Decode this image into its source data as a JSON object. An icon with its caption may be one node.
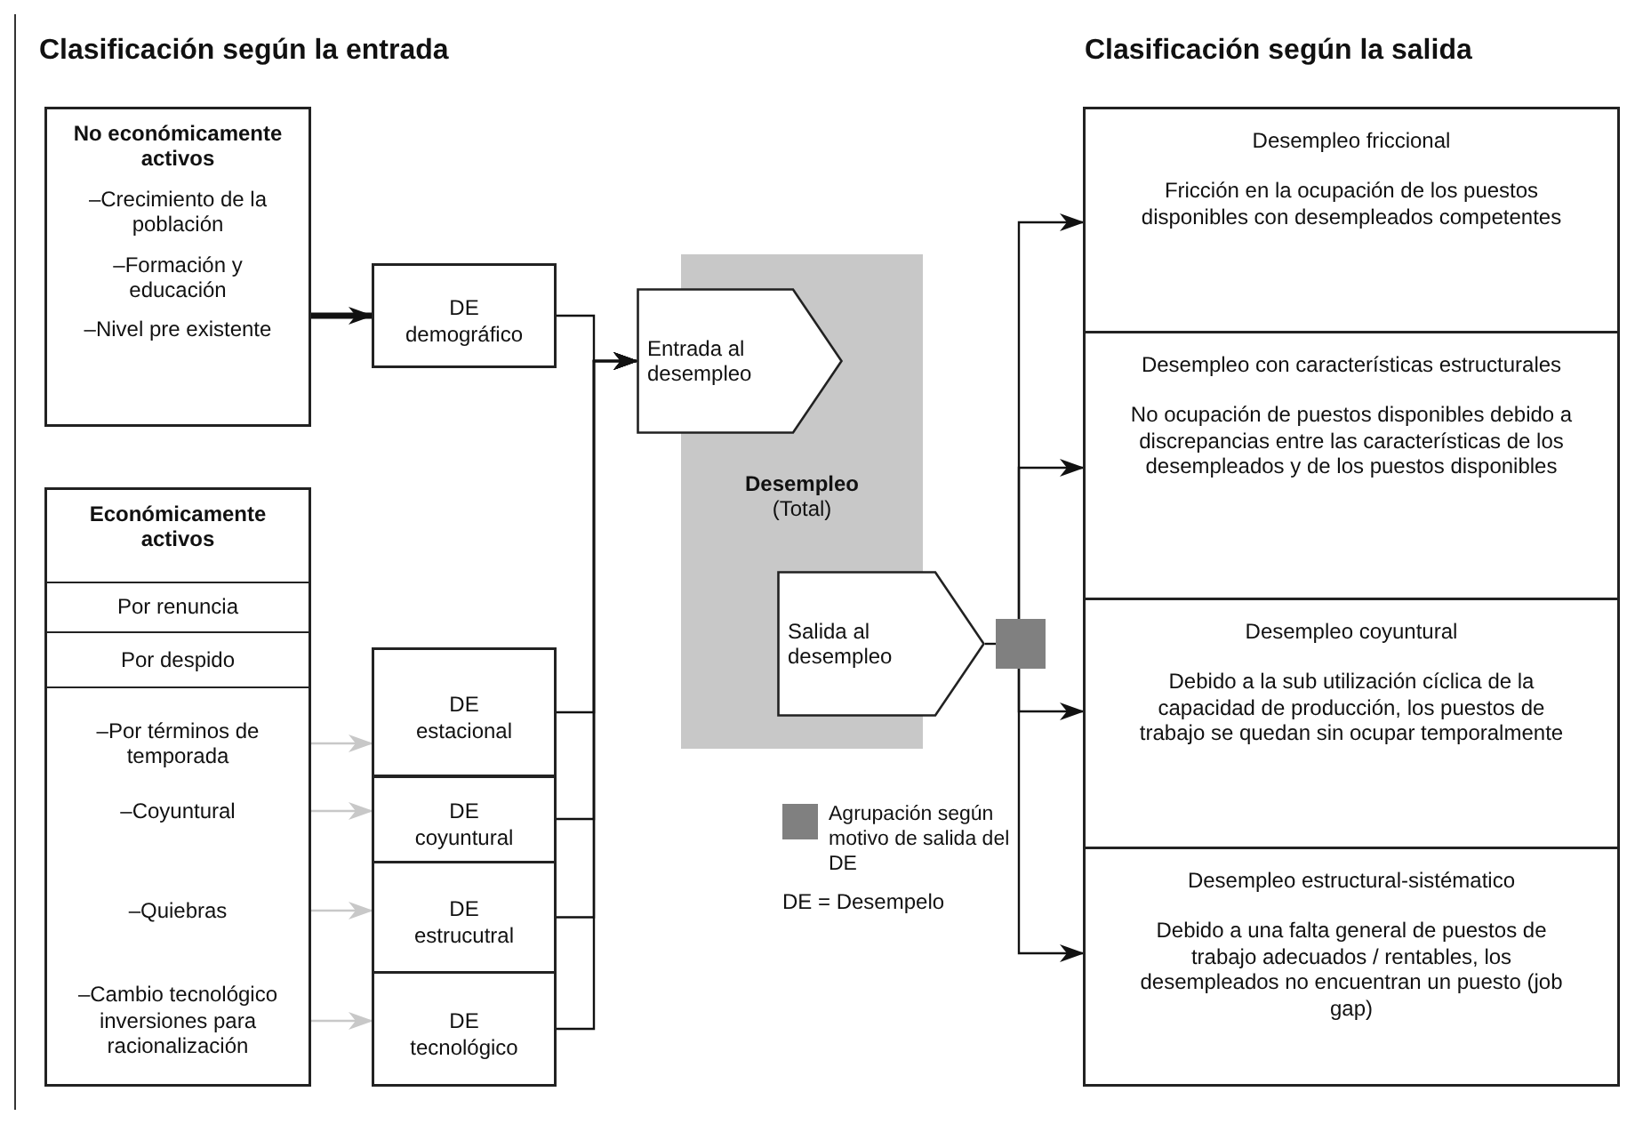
{
  "diagram": {
    "nodes": [
      {
        "text": [
          "No económicamente activos",
          "–Crecimiento de la población",
          "–Formación y educación",
          "–Nivel pre existente"
        ]
      },
      {
        "text": [
          "DE demográfico"
        ]
      },
      {
        "text": [
          "Económicamente activos",
          "–Por términos de temporada",
          "–Coyuntural",
          "–Quiebras",
          "–Cambio tecnológico inversiones para racionalización"
        ]
      },
      {
        "text": [
          "Por renuncia"
        ],
        "in": 2
      },
      {
        "text": [
          "Por despido"
        ],
        "in": 2
      },
      {
        "text": [
          "DE estacional"
        ]
      },
      {
        "text": [
          "DE coyuntural"
        ]
      },
      {
        "text": [
          "DE estrucutral"
        ]
      },
      {
        "text": [
          "DE tecnológico"
        ]
      },
      {
        "text": [
          "Desempleo",
          "(Total)"
        ]
      },
      {
        "text": [
          "Entrada al desempleo"
        ]
      },
      {
        "text": [
          "Salida al desempleo"
        ]
      },
      {
        "text": [],
        "shape": "box"
      },
      {
        "text": [
          "Desempleo friccional",
          "Fricción en la ocupación de los puestos disponibles con desempleados competentes"
        ]
      },
      {
        "text": [
          "Desempleo con características estructurales",
          "No ocupación de puestos disponibles debido a discrepancias entre las características de los desempleados y de los puestos disponibles"
        ]
      },
      {
        "text": [
          "Desempleo coyuntural",
          "Debido a la sub utilización cíclica de la capacidad de producción, los puestos de trabajo se quedan sin ocupar temporalmente"
        ]
      },
      {
        "text": [
          "Desempleo estructural-sistématico",
          "Debido a una falta general de puestos de trabajo adecuados / rentables, los desempleados no encuentran un puesto (job gap)"
        ]
      }
    ],
    "edges": [
      {
        "from": 0,
        "to": 1,
        "arrow": "to",
        "style": "thick"
      },
      {
        "from": 1,
        "to": 10,
        "arrow": "to"
      },
      {
        "from": 5,
        "to": 10,
        "arrow": "to"
      },
      {
        "from": 6,
        "to": 10,
        "arrow": "to"
      },
      {
        "from": 7,
        "to": 10,
        "arrow": "to"
      },
      {
        "from": 8,
        "to": 10,
        "arrow": "to"
      },
      {
        "from": 2,
        "to": 5,
        "arrow": "to",
        "color": "#c8c8c8"
      },
      {
        "from": 2,
        "to": 6,
        "arrow": "to",
        "color": "#c8c8c8"
      },
      {
        "from": 2,
        "to": 7,
        "arrow": "to",
        "color": "#c8c8c8"
      },
      {
        "from": 2,
        "to": 8,
        "arrow": "to",
        "color": "#c8c8c8"
      },
      {
        "from": 11,
        "to": 12,
        "arrow": "none"
      },
      {
        "from": 12,
        "to": 13,
        "arrow": "to"
      },
      {
        "from": 12,
        "to": 14,
        "arrow": "to"
      },
      {
        "from": 12,
        "to": 15,
        "arrow": "to"
      },
      {
        "from": 12,
        "to": 16,
        "arrow": "to"
      }
    ],
    "labels": [
      "Clasificación según la entrada",
      "Clasificación según la salida",
      "DE = Desempelo"
    ],
    "legend": [
      {
        "text": "Agrupación según motivo de salida del DE",
        "color": "#808080"
      }
    ]
  }
}
